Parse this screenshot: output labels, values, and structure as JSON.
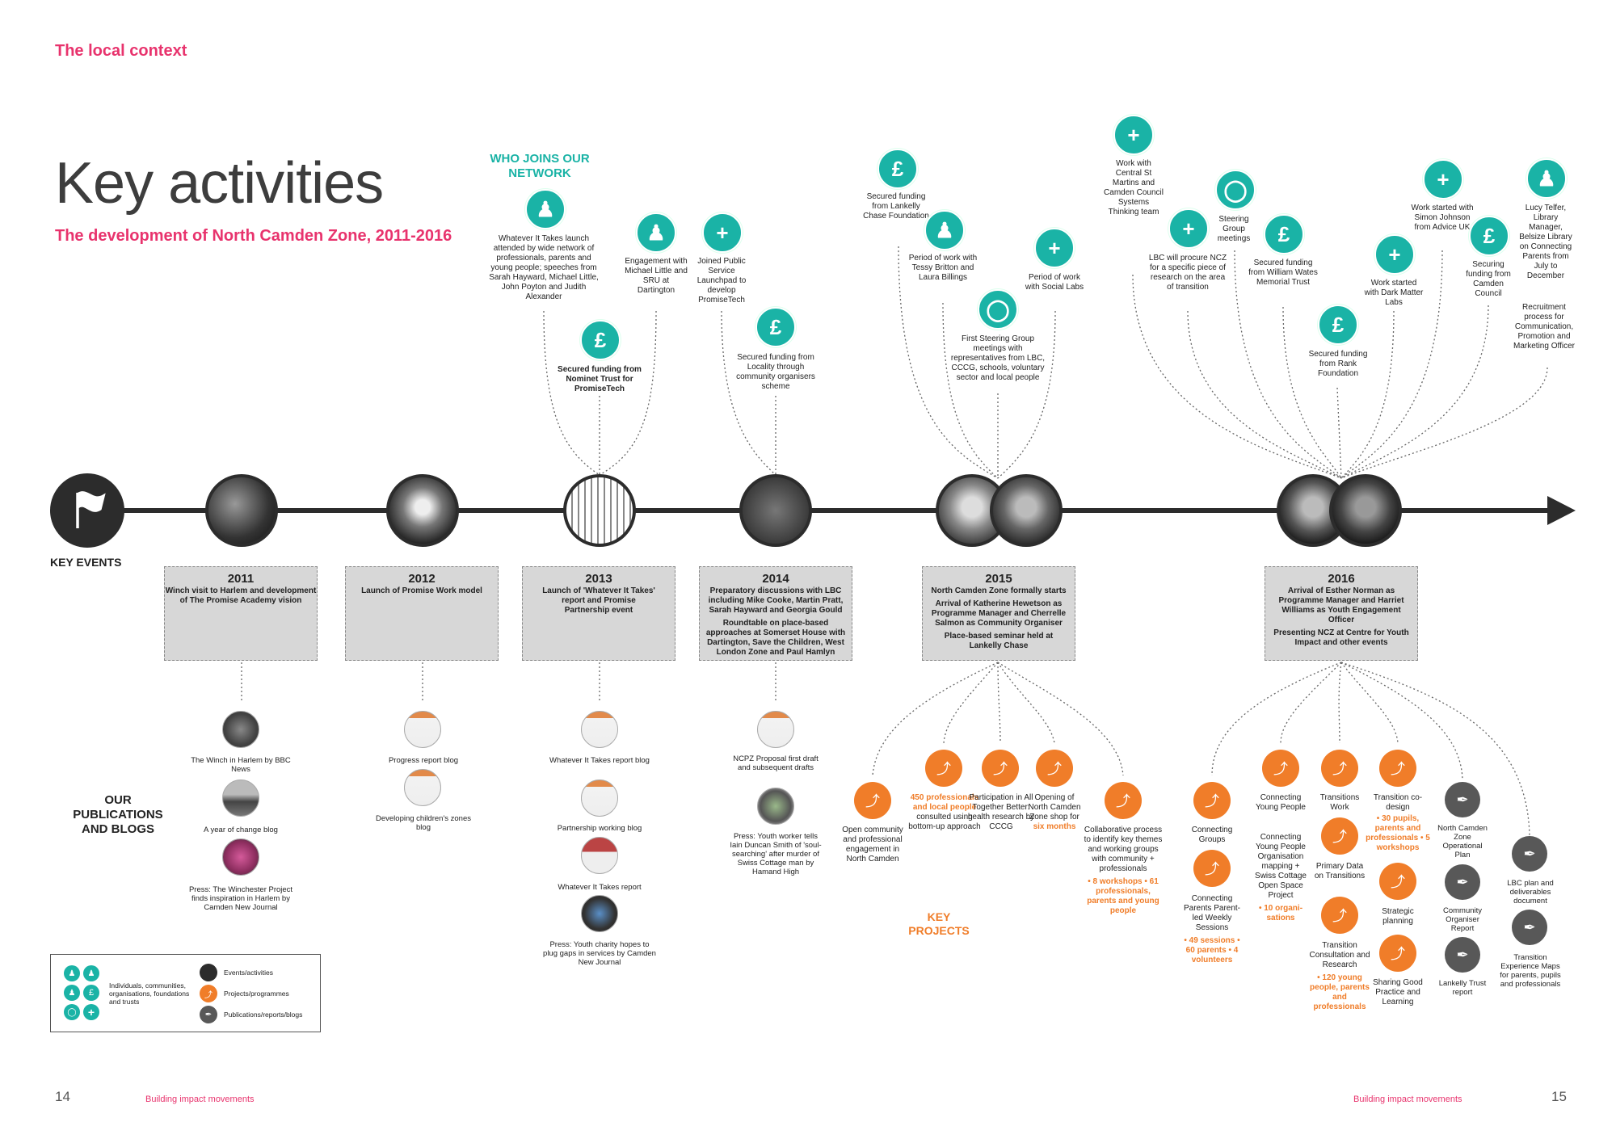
{
  "section": "The local context",
  "title": "Key activities",
  "subtitle": "The development of North Camden Zone, 2011-2016",
  "who_joins": "WHO JOINS OUR NETWORK",
  "key_events_label": "KEY EVENTS",
  "publications_label": "OUR PUBLICATIONS AND BLOGS",
  "key_projects_label": "KEY PROJECTS",
  "network": [
    {
      "id": "n1",
      "icon": "people-icon",
      "text": "Whatever It Takes launch attended by wide network of professionals, parents and young people; speeches from Sarah Hayward, Michael Little, John Poyton and Judith Alexander"
    },
    {
      "id": "n2",
      "icon": "pound-icon",
      "text": "Secured funding from Nominet Trust for PromiseTech"
    },
    {
      "id": "n3",
      "icon": "group-icon",
      "text": "Engagement with Michael Little and SRU at Dartington"
    },
    {
      "id": "n4",
      "icon": "plus-icon",
      "text": "Joined Public Service Launchpad to develop PromiseTech"
    },
    {
      "id": "n5",
      "icon": "pound-icon",
      "text": "Secured funding from Locality through community organisers scheme"
    },
    {
      "id": "n6",
      "icon": "pound-icon",
      "text": "Secured funding from Lankelly Chase Foundation"
    },
    {
      "id": "n7",
      "icon": "pair-icon",
      "text": "Period of work with Tessy Britton and Laura Billings"
    },
    {
      "id": "n8",
      "icon": "wheel-icon",
      "text": "First Steering Group meetings with representatives from LBC, CCCG, schools, voluntary sector and local people"
    },
    {
      "id": "n9",
      "icon": "plus-icon",
      "text": "Period of work with Social Labs"
    },
    {
      "id": "n10",
      "icon": "plus-icon",
      "text": "Work with Central St Martins and Camden Council Systems Thinking team"
    },
    {
      "id": "n11",
      "icon": "plus-icon",
      "text": "LBC will procure NCZ for a specific piece of research on the area of transition"
    },
    {
      "id": "n12",
      "icon": "wheel-icon",
      "text": "Steering Group meetings"
    },
    {
      "id": "n13",
      "icon": "pound-icon",
      "text": "Secured funding from William Wates Memorial Trust"
    },
    {
      "id": "n14",
      "icon": "pound-icon",
      "text": "Secured funding from Rank Foundation"
    },
    {
      "id": "n15",
      "icon": "plus-icon",
      "text": "Work started with Dark Matter Labs"
    },
    {
      "id": "n16",
      "icon": "plus-icon",
      "text": "Work started with Simon Johnson from Advice UK"
    },
    {
      "id": "n17",
      "icon": "pound-icon",
      "text": "Securing funding from Camden Council"
    },
    {
      "id": "n18",
      "icon": "pair-icon",
      "text": "Lucy Telfer, Library Manager, Belsize Library on Connecting Parents from July to December"
    },
    {
      "id": "n19",
      "icon": "",
      "text": "Recruitment process for Communication, Promotion and Marketing Officer"
    }
  ],
  "years": [
    {
      "year": "2011",
      "lines": [
        "Winch visit to Harlem and development of The Promise Academy vision"
      ]
    },
    {
      "year": "2012",
      "lines": [
        "Launch of Promise Work model"
      ]
    },
    {
      "year": "2013",
      "lines": [
        "Launch of 'Whatever It Takes' report and Promise Partnership event"
      ]
    },
    {
      "year": "2014",
      "lines": [
        "Preparatory discussions with LBC including Mike Cooke, Martin Pratt, Sarah Hayward and Georgia Gould",
        "Roundtable on place-based approaches at Somerset House with Dartington, Save the Children, West London Zone and Paul Hamlyn"
      ]
    },
    {
      "year": "2015",
      "lines": [
        "North Camden Zone formally starts",
        "Arrival of Katherine Hewetson as Programme Manager and Cherrelle Salmon as Community Organiser",
        "Place-based seminar held at Lankelly Chase"
      ]
    },
    {
      "year": "2016",
      "lines": [
        "Arrival of Esther Norman as Programme Manager and Harriet Williams as Youth Engagement Officer",
        "Presenting NCZ at Centre for Youth Impact and other events"
      ]
    }
  ],
  "publications": [
    {
      "text": "The Winch in Harlem by BBC News"
    },
    {
      "text": "A year of change blog"
    },
    {
      "text": "Press: The Winchester Project finds inspiration in Harlem by Camden New Journal"
    },
    {
      "text": "Progress report blog"
    },
    {
      "text": "Developing children's zones blog"
    },
    {
      "text": "Whatever It Takes report blog"
    },
    {
      "text": "Partnership working blog"
    },
    {
      "text": "Whatever It Takes report"
    },
    {
      "text": "Press: Youth charity hopes to plug gaps in services by Camden New Journal"
    },
    {
      "text": "NCPZ Proposal first draft and subsequent drafts"
    },
    {
      "text": "Press: Youth worker tells Iain Duncan Smith of 'soul-searching' after murder of Swiss Cottage man by Hamand High"
    }
  ],
  "projects_2015": [
    {
      "text": "Open community and professional engagement in North Camden",
      "highlight": ""
    },
    {
      "text": "consulted using bottom-up approach",
      "highlight": "450 professionals and local people"
    },
    {
      "text": "Participation in All Together Better: health research by CCCG",
      "highlight": ""
    },
    {
      "text": "Opening of North Camden Zone shop for",
      "highlight": "six months"
    },
    {
      "text": "Collaborative process to identify key themes and working groups with community + professionals",
      "highlight": "• 8 workshops • 61 professionals, parents and young people"
    }
  ],
  "projects_2016": [
    {
      "text": "Connecting Groups",
      "highlight": ""
    },
    {
      "text": "Connecting Parents Parent-led Weekly Sessions",
      "highlight": "• 49 sessions • 60 parents • 4 volunteers"
    },
    {
      "text": "Connecting Young People",
      "highlight": ""
    },
    {
      "text": "Connecting Young People Organisation mapping + Swiss Cottage Open Space Project",
      "highlight": "• 10 organi-sations"
    },
    {
      "text": "Transitions Work",
      "highlight": ""
    },
    {
      "text": "Primary Data on Transitions",
      "highlight": ""
    },
    {
      "text": "Transition Consultation and Research",
      "highlight": "• 120 young people, parents and professionals"
    },
    {
      "text": "Transition co-design",
      "highlight": "• 30 pupils, parents and professionals • 5 workshops"
    },
    {
      "text": "Strategic planning",
      "highlight": ""
    },
    {
      "text": "Sharing Good Practice and Learning",
      "highlight": ""
    }
  ],
  "reports_2016": [
    {
      "text": "North Camden Zone Operational Plan"
    },
    {
      "text": "Community Organiser Report"
    },
    {
      "text": "Lankelly Trust report"
    },
    {
      "text": "LBC plan and deliverables document"
    },
    {
      "text": "Transition Experience Maps for parents, pupils and professionals"
    }
  ],
  "legend": {
    "network_text": "Individuals, communities, organisations, foundations and trusts",
    "events_text": "Events/activities",
    "projects_text": "Projects/programmes",
    "pubs_text": "Publications/reports/blogs"
  },
  "footer": {
    "left_page": "14",
    "left_text": "Building impact movements",
    "right_text": "Building impact movements",
    "right_page": "15"
  },
  "colors": {
    "pink": "#e8336d",
    "teal": "#1ab3a6",
    "orange": "#f07d29",
    "dark": "#2c2c2c",
    "box": "#d7d7d7"
  }
}
